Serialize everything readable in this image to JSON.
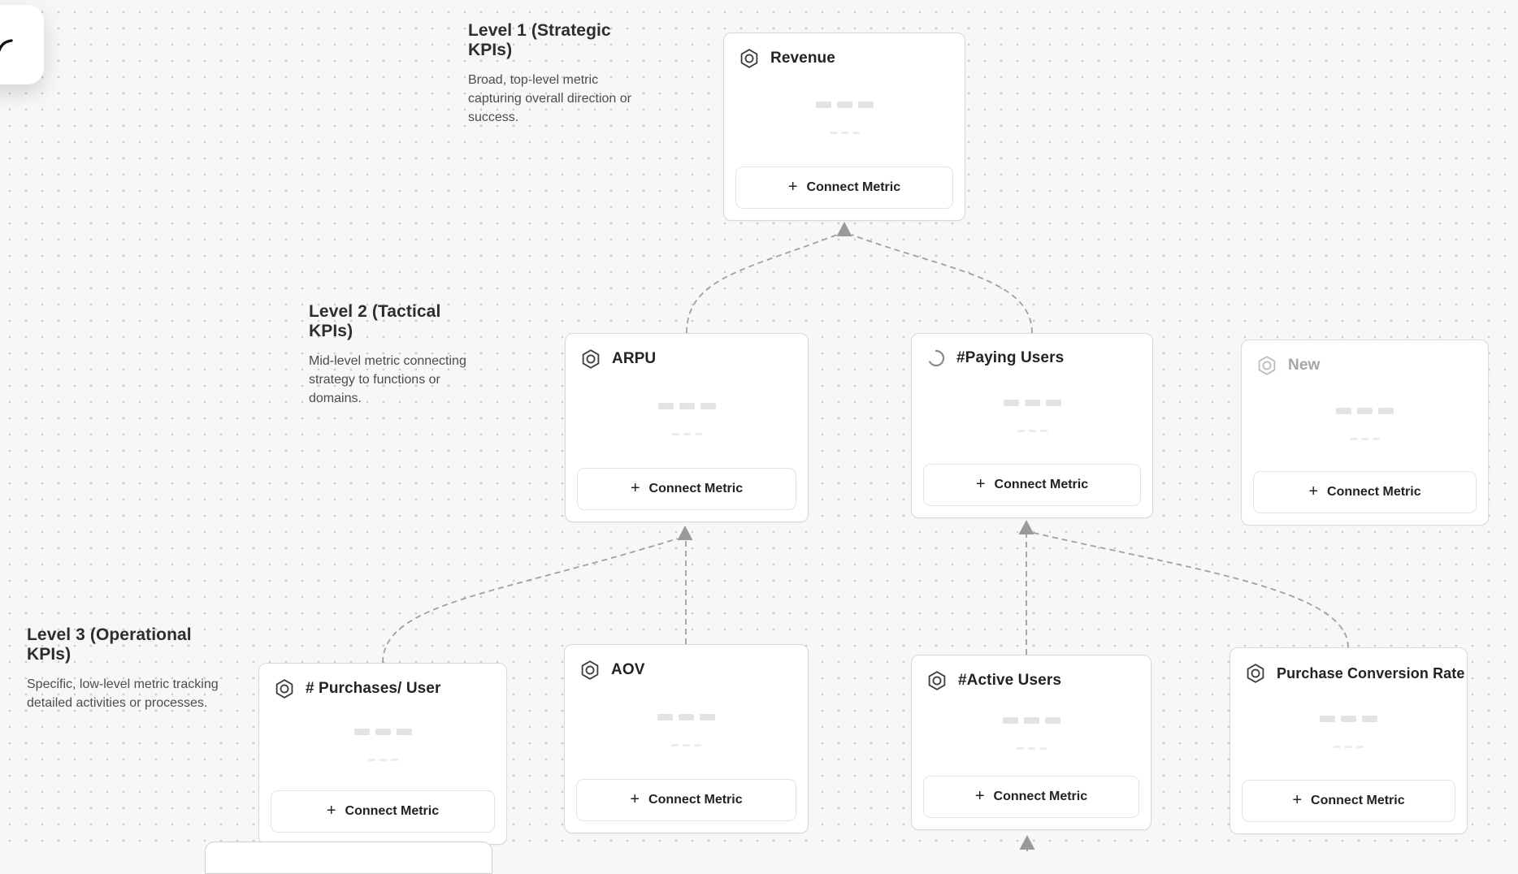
{
  "canvas": {
    "background": "#f7f7f5",
    "dot_color": "#c9c9c9"
  },
  "levels": [
    {
      "title": "Level 1 (Strategic KPIs)",
      "description": "Broad, top-level metric capturing overall direction or success."
    },
    {
      "title": "Level 2 (Tactical KPIs)",
      "description": "Mid-level metric connecting strategy to functions or domains."
    },
    {
      "title": "Level 3 (Operational KPIs)",
      "description": "Specific, low-level metric tracking detailed activities or processes."
    }
  ],
  "ui": {
    "connect_button_label": "Connect Metric",
    "plus_glyph": "+"
  },
  "nodes": [
    {
      "title": "Revenue",
      "icon": "hexagon-metric-icon",
      "level": 1,
      "state": "default"
    },
    {
      "title": "ARPU",
      "icon": "hexagon-metric-icon",
      "level": 2,
      "state": "default"
    },
    {
      "title": "#Paying Users",
      "icon": "loading-spinner-icon",
      "level": 2,
      "state": "loading"
    },
    {
      "title": "New",
      "icon": "hexagon-metric-icon",
      "level": 2,
      "state": "draft-muted"
    },
    {
      "title": "# Purchases/ User",
      "icon": "hexagon-metric-icon",
      "level": 3,
      "state": "default"
    },
    {
      "title": "AOV",
      "icon": "hexagon-metric-icon",
      "level": 3,
      "state": "default"
    },
    {
      "title": "#Active Users",
      "icon": "hexagon-metric-icon",
      "level": 3,
      "state": "default"
    },
    {
      "title": "Purchase Conversion Rate",
      "icon": "hexagon-metric-icon",
      "level": 3,
      "state": "default"
    }
  ],
  "colors": {
    "edge": "#a0a0a0",
    "arrowhead": "#9a9a9a",
    "card_border": "#d8d8d8",
    "title_text": "#232323",
    "muted_text": "#a6a6a6"
  }
}
